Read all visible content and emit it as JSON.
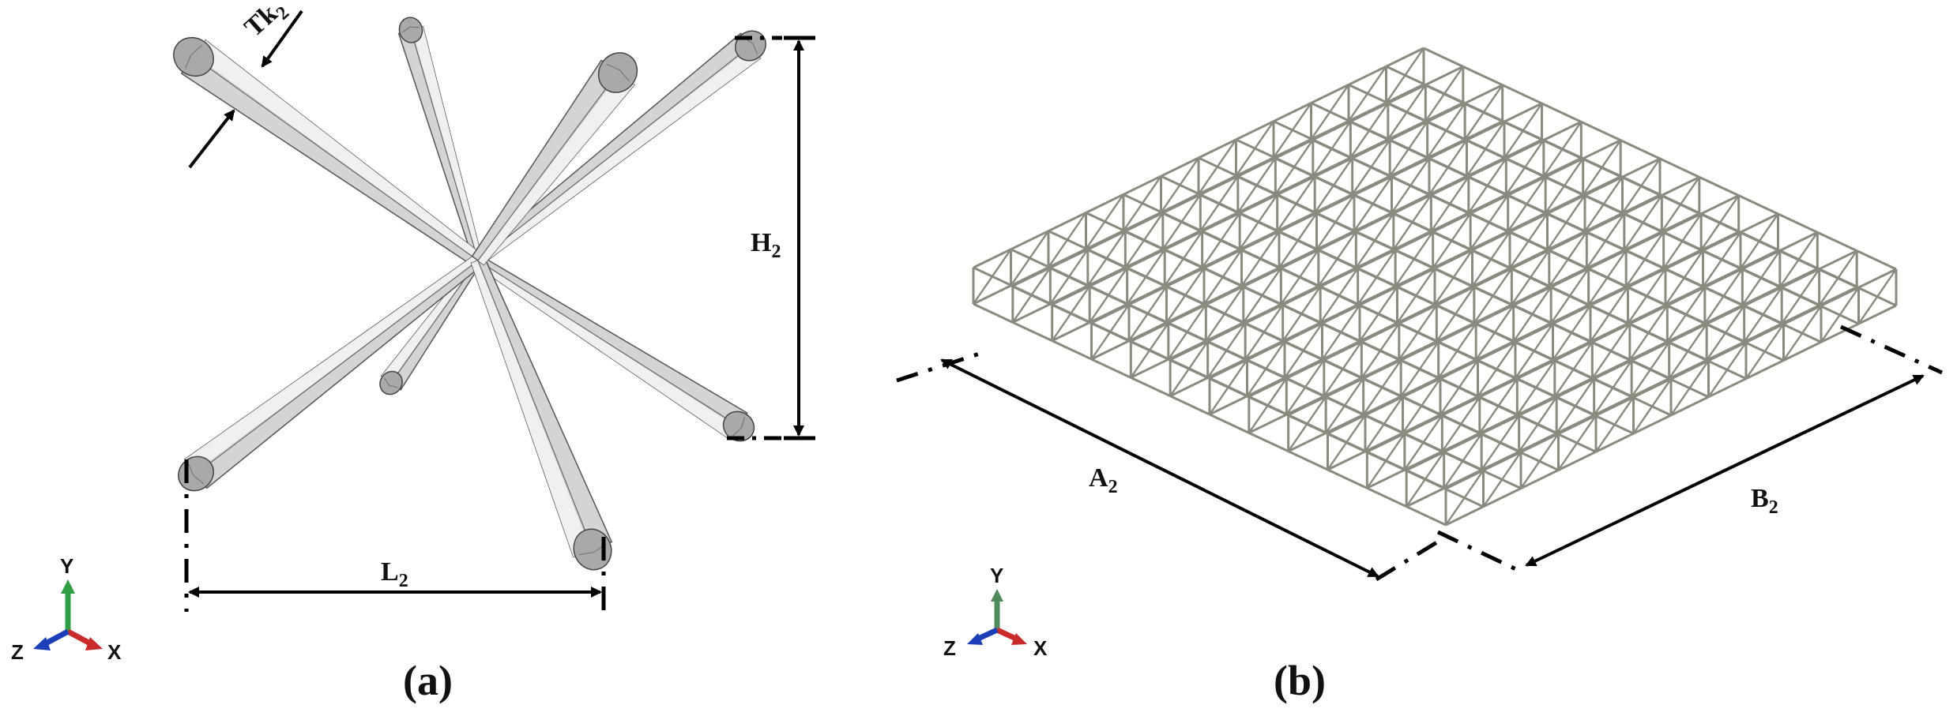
{
  "panel_a": {
    "label": "(a)",
    "dims": {
      "tk": "Tk",
      "tk_sub": "2",
      "h": "H",
      "h_sub": "2",
      "l": "L",
      "l_sub": "2"
    },
    "triad": {
      "y": "Y",
      "z": "Z",
      "x": "X"
    }
  },
  "panel_b": {
    "label": "(b)",
    "dims": {
      "a": "A",
      "a_sub": "2",
      "b": "B",
      "b_sub": "2"
    },
    "triad": {
      "y": "Y",
      "z": "Z",
      "x": "X"
    }
  },
  "colors": {
    "strut_light": "#f0f0f0",
    "strut_mid": "#d4d4d4",
    "strut_dark": "#a9a9a9",
    "lattice": "#8a8a7e",
    "axis_y": "#2f9e44",
    "axis_x": "#c92a2a",
    "axis_z": "#1c3fb8",
    "axis_y_b": "#4f8a5a"
  }
}
